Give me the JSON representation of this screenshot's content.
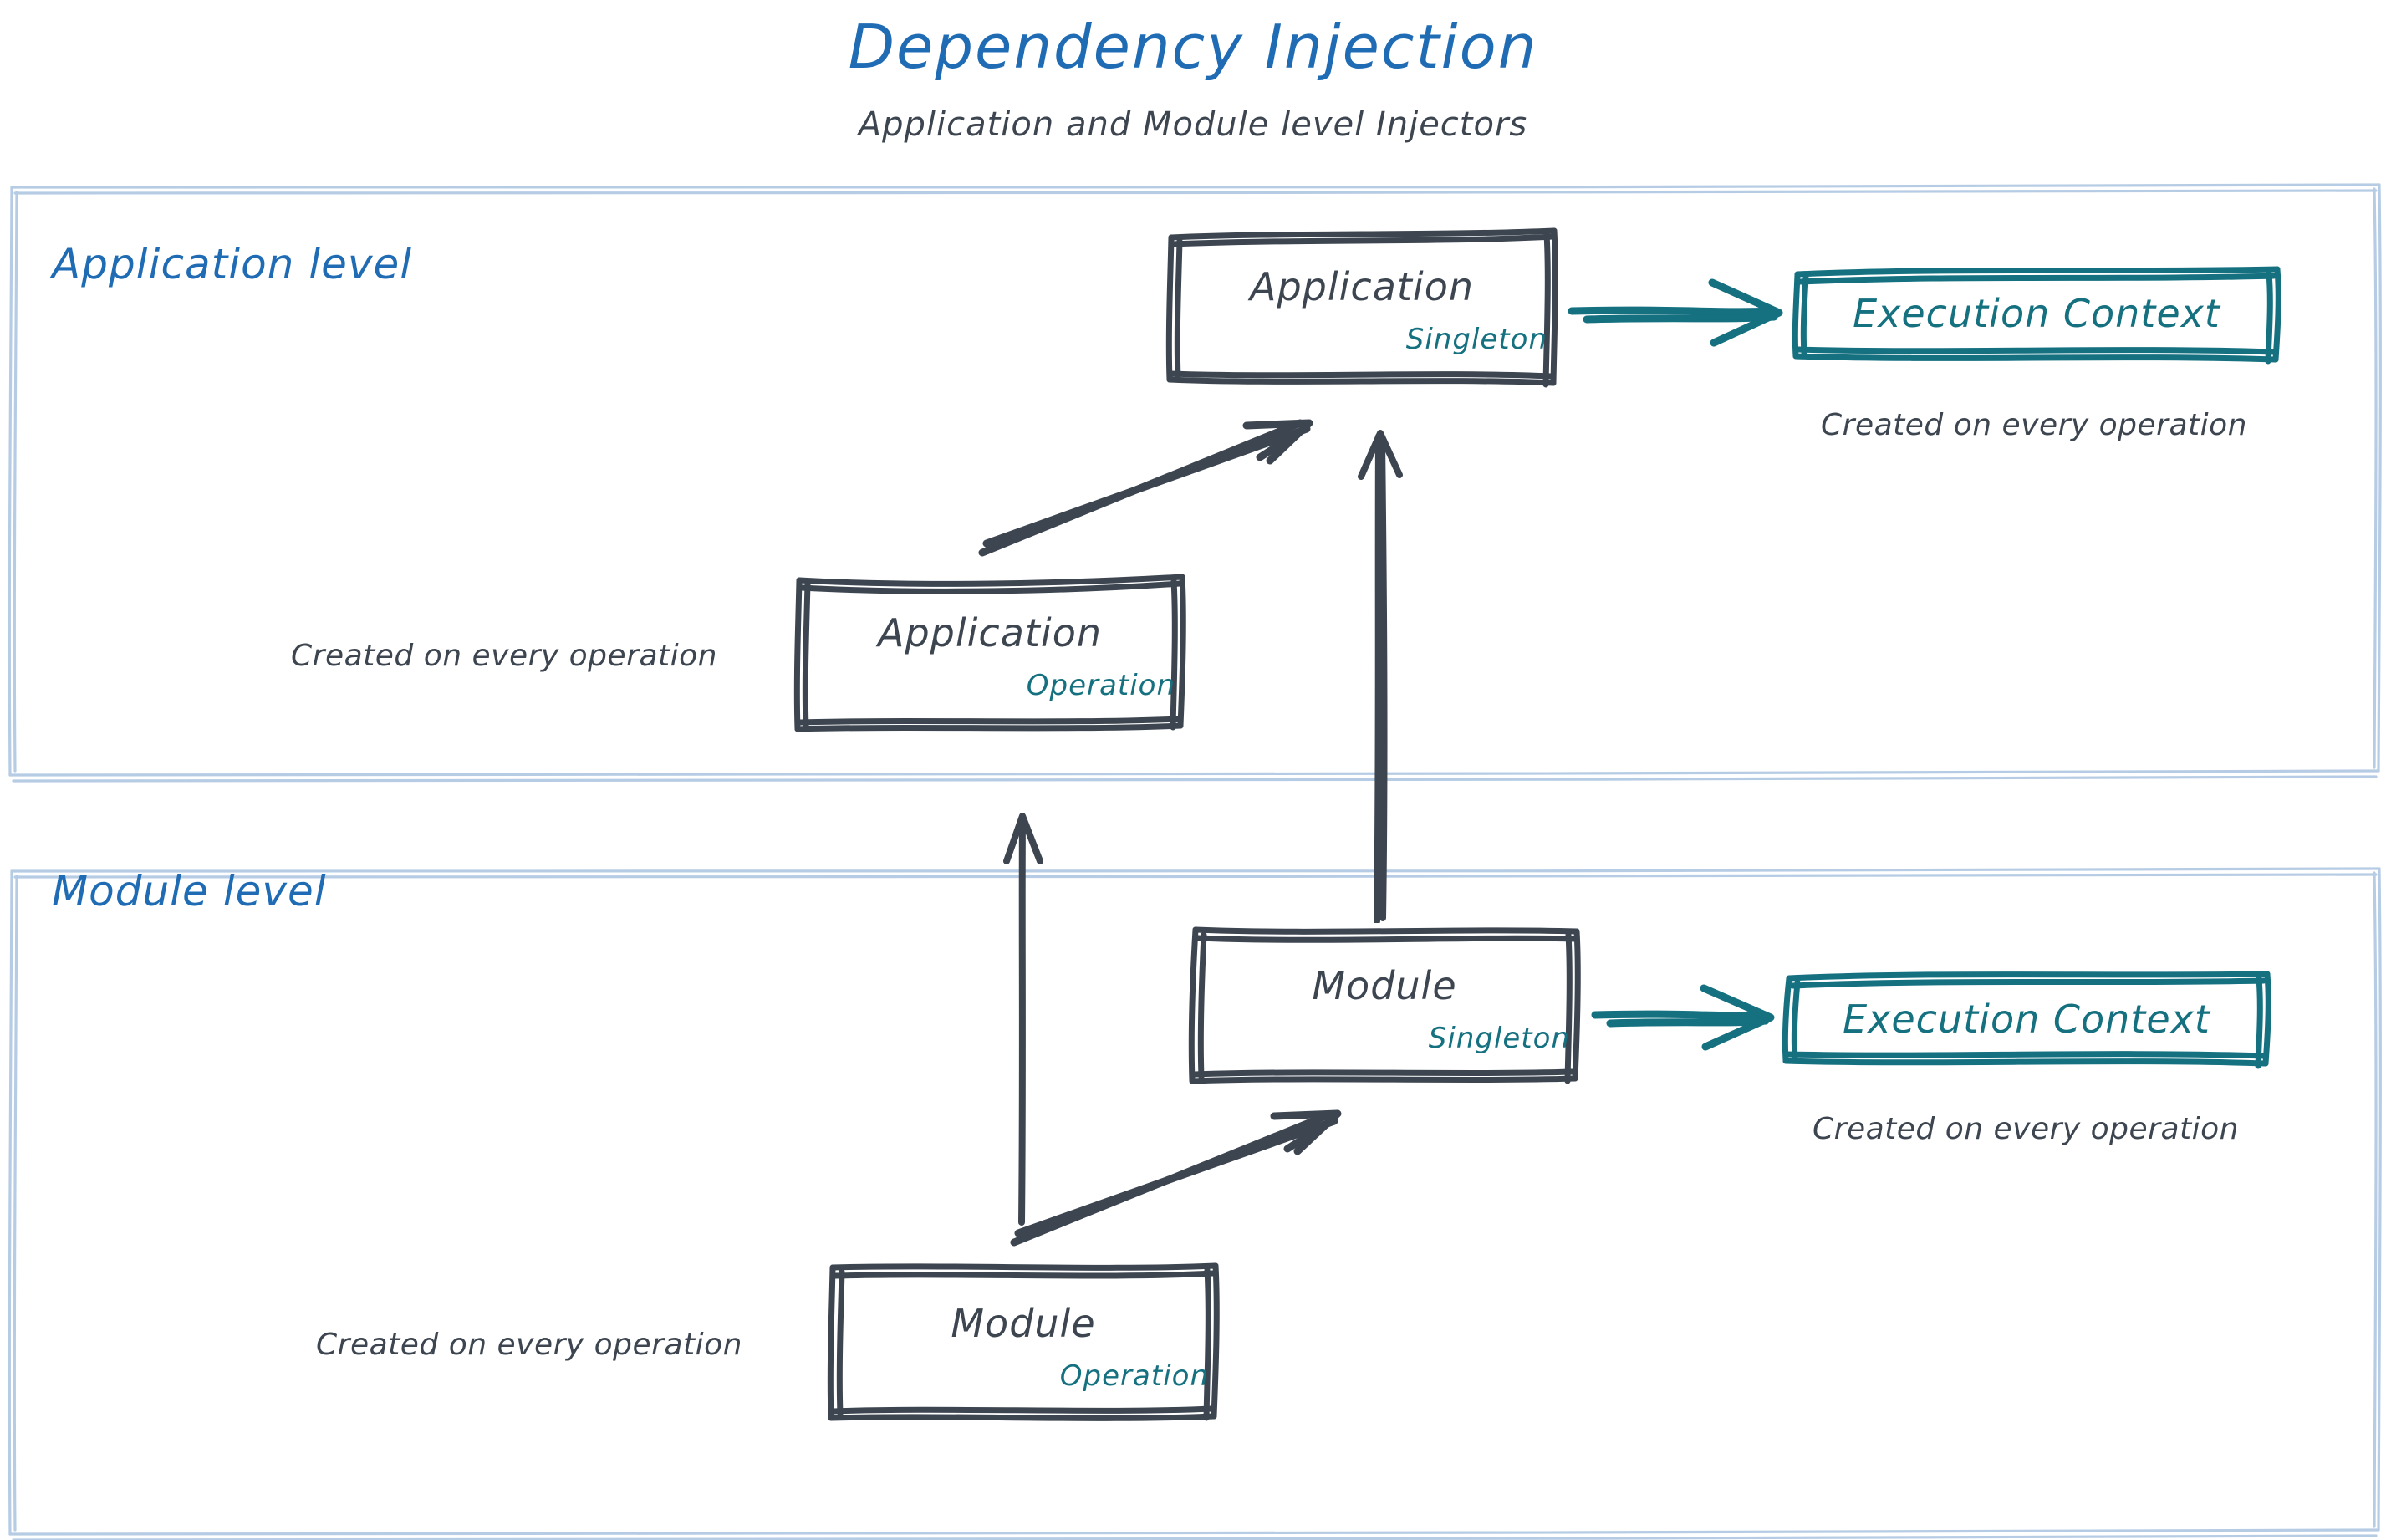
{
  "header": {
    "title": "Dependency Injection",
    "subtitle": "Application and Module level Injectors"
  },
  "colors": {
    "title_blue": "#1f6cb4",
    "panel_border_blue": "#b6cce4",
    "node_stroke_gray": "#3d4650",
    "scope_teal": "#157080",
    "text_gray": "#3d4650",
    "background": "#ffffff"
  },
  "panels": [
    {
      "id": "application-level",
      "label": "Application level"
    },
    {
      "id": "module-level",
      "label": "Module level"
    }
  ],
  "nodes": {
    "app_singleton": {
      "name": "Application",
      "scope": "Singleton"
    },
    "app_operation": {
      "name": "Application",
      "scope": "Operation"
    },
    "mod_singleton": {
      "name": "Module",
      "scope": "Singleton"
    },
    "mod_operation": {
      "name": "Module",
      "scope": "Operation"
    },
    "execution_context_app": {
      "name": "Execution Context"
    },
    "execution_context_mod": {
      "name": "Execution Context"
    }
  },
  "notes": {
    "ec_app": "Created on every operation",
    "ec_mod": "Created on every operation",
    "app_operation": "Created on every operation",
    "mod_operation": "Created on every operation"
  },
  "edges": [
    {
      "from": "app_singleton",
      "to": "execution_context_app",
      "style": "teal-arrow",
      "direction": "right"
    },
    {
      "from": "mod_singleton",
      "to": "execution_context_mod",
      "style": "teal-arrow",
      "direction": "right"
    },
    {
      "from": "app_operation",
      "to": "app_singleton",
      "style": "gray-arrow",
      "direction": "up-right"
    },
    {
      "from": "mod_operation",
      "to": "mod_singleton",
      "style": "gray-arrow",
      "direction": "up-right"
    },
    {
      "from": "mod_singleton",
      "to": "app_singleton",
      "style": "gray-arrow",
      "direction": "up"
    },
    {
      "from": "mod_operation",
      "to": "app_operation",
      "style": "gray-arrow",
      "direction": "up"
    }
  ]
}
